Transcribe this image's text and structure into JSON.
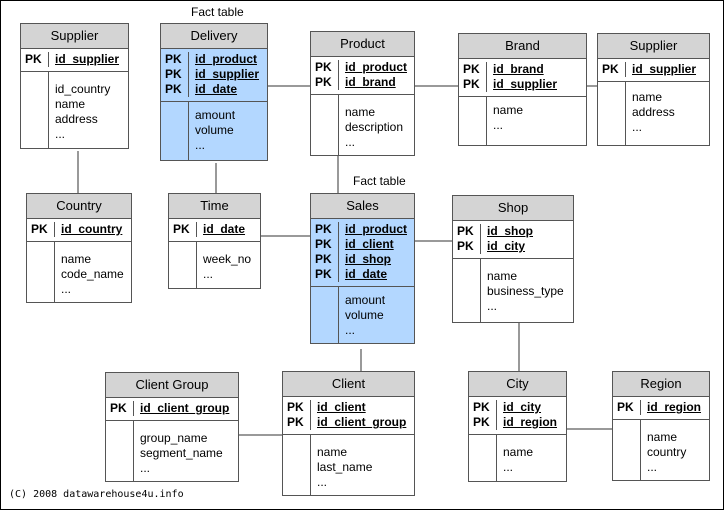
{
  "labels": {
    "fact_table_top": "Fact table",
    "fact_table_mid": "Fact table",
    "copyright": "(C) 2008 datawarehouse4u.info"
  },
  "tables": {
    "supplier_left": {
      "title": "Supplier",
      "pk": [
        "PK"
      ],
      "keys": [
        "id_supplier"
      ],
      "attrs": [
        "id_country",
        "name",
        "address",
        "..."
      ]
    },
    "delivery": {
      "title": "Delivery",
      "pk": [
        "PK",
        "PK",
        "PK"
      ],
      "keys": [
        "id_product",
        "id_supplier",
        "id_date"
      ],
      "attrs": [
        "amount",
        "volume",
        "..."
      ]
    },
    "product": {
      "title": "Product",
      "pk": [
        "PK",
        "PK"
      ],
      "keys": [
        "id_product",
        "id_brand"
      ],
      "attrs": [
        "name",
        "description",
        "..."
      ]
    },
    "brand": {
      "title": "Brand",
      "pk": [
        "PK",
        "PK"
      ],
      "keys": [
        "id_brand",
        "id_supplier"
      ],
      "attrs": [
        "name",
        "..."
      ]
    },
    "supplier_right": {
      "title": "Supplier",
      "pk": [
        "PK"
      ],
      "keys": [
        "id_supplier"
      ],
      "attrs": [
        "name",
        "address",
        "..."
      ]
    },
    "country": {
      "title": "Country",
      "pk": [
        "PK"
      ],
      "keys": [
        "id_country"
      ],
      "attrs": [
        "name",
        "code_name",
        "..."
      ]
    },
    "time": {
      "title": "Time",
      "pk": [
        "PK"
      ],
      "keys": [
        "id_date"
      ],
      "attrs": [
        "week_no",
        "..."
      ]
    },
    "sales": {
      "title": "Sales",
      "pk": [
        "PK",
        "PK",
        "PK",
        "PK"
      ],
      "keys": [
        "id_product",
        "id_client",
        "id_shop",
        "id_date"
      ],
      "attrs": [
        "amount",
        "volume",
        "..."
      ]
    },
    "shop": {
      "title": "Shop",
      "pk": [
        "PK",
        "PK"
      ],
      "keys": [
        "id_shop",
        "id_city"
      ],
      "attrs": [
        "name",
        "business_type",
        "..."
      ]
    },
    "client_group": {
      "title": "Client Group",
      "pk": [
        "PK"
      ],
      "keys": [
        "id_client_group"
      ],
      "attrs": [
        "group_name",
        "segment_name",
        "..."
      ]
    },
    "client": {
      "title": "Client",
      "pk": [
        "PK",
        "PK"
      ],
      "keys": [
        "id_client",
        "id_client_group"
      ],
      "attrs": [
        "name",
        "last_name",
        "..."
      ]
    },
    "city": {
      "title": "City",
      "pk": [
        "PK",
        "PK"
      ],
      "keys": [
        "id_city",
        "id_region"
      ],
      "attrs": [
        "name",
        "..."
      ]
    },
    "region": {
      "title": "Region",
      "pk": [
        "PK"
      ],
      "keys": [
        "id_region"
      ],
      "attrs": [
        "name",
        "country",
        "..."
      ]
    }
  }
}
